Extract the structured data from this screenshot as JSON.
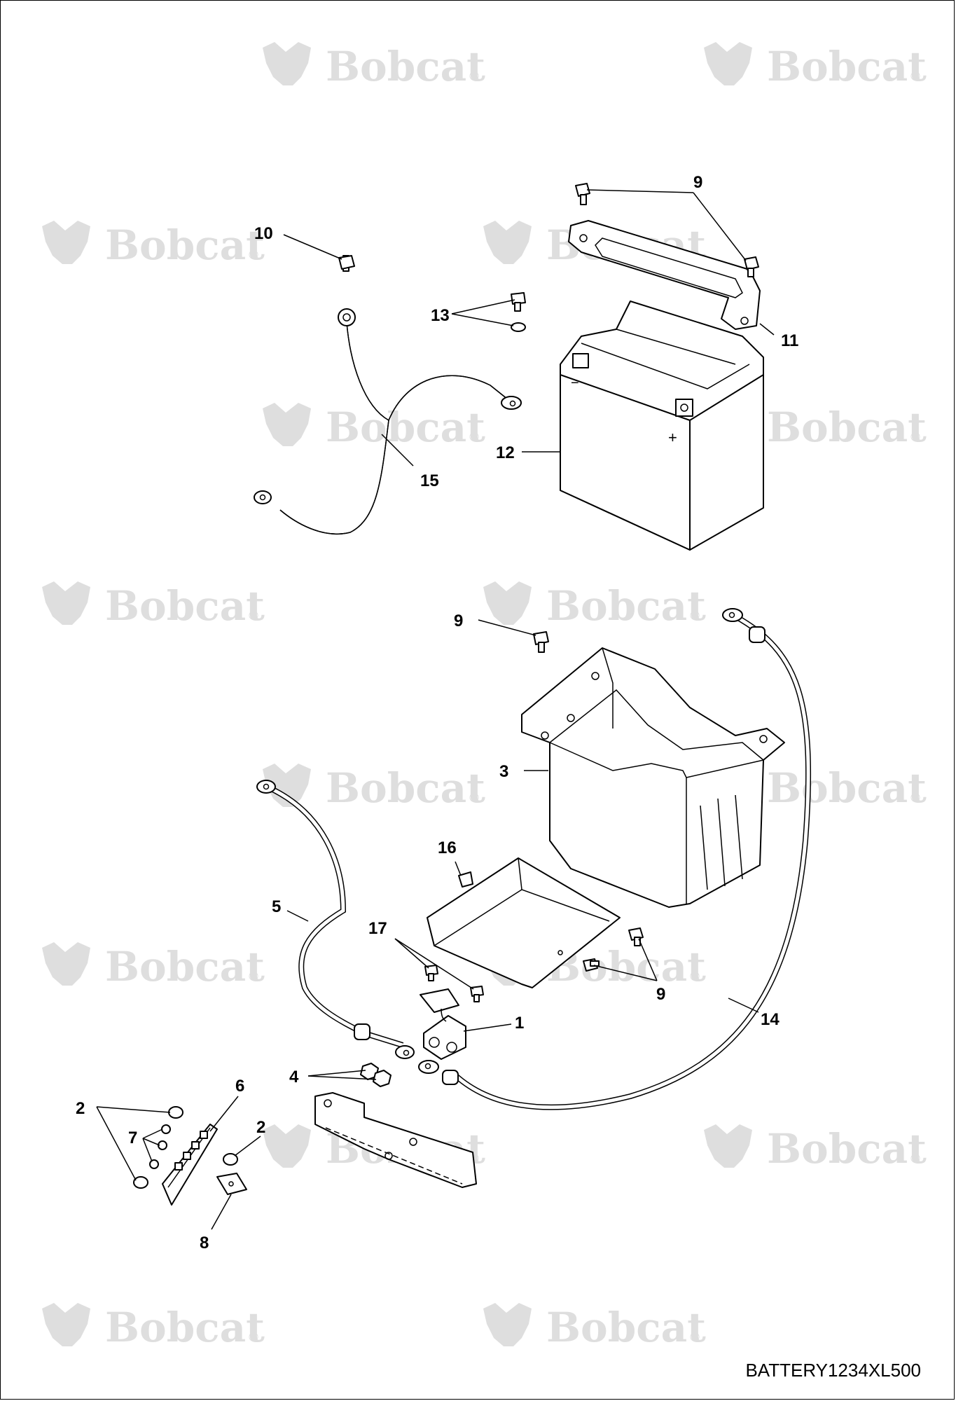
{
  "watermark": {
    "brand": "Bobcat",
    "mark": "®"
  },
  "drawing_id": "BATTERY1234XL500",
  "callouts": [
    {
      "id": "c9a",
      "label": "9"
    },
    {
      "id": "c10",
      "label": "10"
    },
    {
      "id": "c13",
      "label": "13"
    },
    {
      "id": "c11",
      "label": "11"
    },
    {
      "id": "c12",
      "label": "12"
    },
    {
      "id": "c15",
      "label": "15"
    },
    {
      "id": "c9b",
      "label": "9"
    },
    {
      "id": "c3",
      "label": "3"
    },
    {
      "id": "c16",
      "label": "16"
    },
    {
      "id": "c5",
      "label": "5"
    },
    {
      "id": "c17",
      "label": "17"
    },
    {
      "id": "c9c",
      "label": "9"
    },
    {
      "id": "c1",
      "label": "1"
    },
    {
      "id": "c14",
      "label": "14"
    },
    {
      "id": "c4",
      "label": "4"
    },
    {
      "id": "c6",
      "label": "6"
    },
    {
      "id": "c2a",
      "label": "2"
    },
    {
      "id": "c2b",
      "label": "2"
    },
    {
      "id": "c7",
      "label": "7"
    },
    {
      "id": "c8",
      "label": "8"
    }
  ],
  "battery_marks": {
    "minus": "−",
    "plus": "+"
  }
}
